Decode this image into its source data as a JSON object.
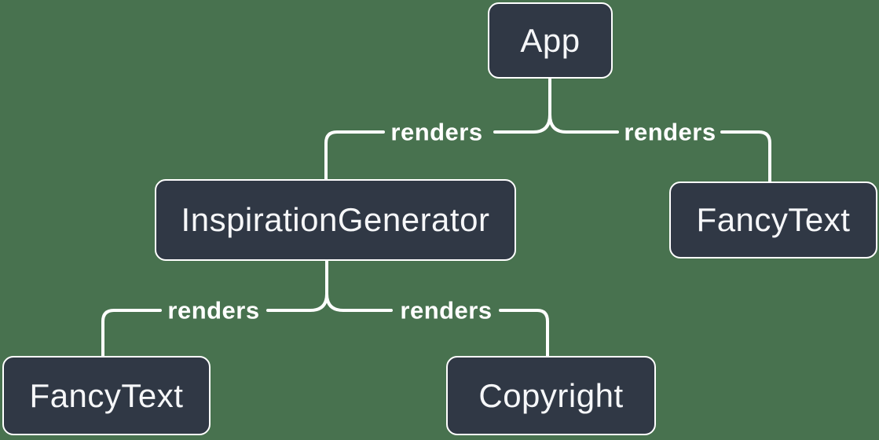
{
  "diagram_type": "react-component-render-tree",
  "colors": {
    "bg": "#48724F",
    "node-fill": "#303845",
    "node-border": "#FFFFFF",
    "node-text": "#F6F7F9",
    "connector": "#FFFFFF"
  },
  "nodes": [
    {
      "id": "app",
      "label": "App"
    },
    {
      "id": "inspiration-generator",
      "label": "InspirationGenerator"
    },
    {
      "id": "fancy-text-right",
      "label": "FancyText"
    },
    {
      "id": "fancy-text-left",
      "label": "FancyText"
    },
    {
      "id": "copyright",
      "label": "Copyright"
    }
  ],
  "edge_labels": [
    {
      "text": "renders"
    },
    {
      "text": "renders"
    },
    {
      "text": "renders"
    },
    {
      "text": "renders"
    }
  ],
  "tree": {
    "root": {
      "label": "App",
      "children": [
        {
          "label": "InspirationGenerator",
          "edge": "renders",
          "children": [
            {
              "label": "FancyText",
              "edge": "renders",
              "children": []
            },
            {
              "label": "Copyright",
              "edge": "renders",
              "children": []
            }
          ]
        },
        {
          "label": "FancyText",
          "edge": "renders",
          "children": []
        }
      ]
    }
  }
}
